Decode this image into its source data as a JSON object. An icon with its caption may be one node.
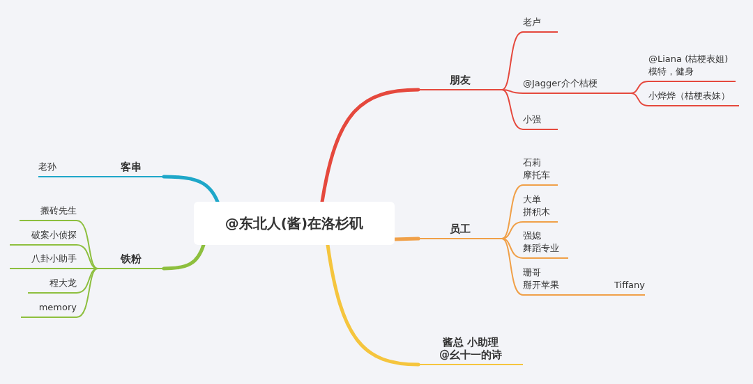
{
  "diagram": {
    "nodes": [
      {
        "text": [
          "@东北人(酱)在洛杉矶"
        ]
      },
      {
        "text": [
          "朋友"
        ]
      },
      {
        "text": [
          "老卢"
        ]
      },
      {
        "text": [
          "@Jagger介个桔梗"
        ]
      },
      {
        "text": [
          "@Liana (桔梗表姐)",
          "模特，健身"
        ]
      },
      {
        "text": [
          "小烨烨（桔梗表妹）"
        ]
      },
      {
        "text": [
          "小强"
        ]
      },
      {
        "text": [
          "员工"
        ]
      },
      {
        "text": [
          "石莉",
          "摩托车"
        ]
      },
      {
        "text": [
          "大单",
          "拼积木"
        ]
      },
      {
        "text": [
          "强媳",
          "舞蹈专业"
        ]
      },
      {
        "text": [
          "珊哥",
          "掰开苹果"
        ]
      },
      {
        "text": [
          "Tiffany"
        ]
      },
      {
        "text": [
          "酱总 小助理",
          "@幺十一的诗"
        ]
      },
      {
        "text": [
          "客串"
        ]
      },
      {
        "text": [
          "老孙"
        ]
      },
      {
        "text": [
          "铁粉"
        ]
      },
      {
        "text": [
          "搬砖先生"
        ]
      },
      {
        "text": [
          "破案小侦探"
        ]
      },
      {
        "text": [
          "八卦小助手"
        ]
      },
      {
        "text": [
          "程大龙"
        ]
      },
      {
        "text": [
          "memory"
        ]
      }
    ],
    "edges": [
      {
        "from": 0,
        "to": 1,
        "arrow": "none",
        "style": "thick",
        "color": "#e5483d"
      },
      {
        "from": 1,
        "to": 2,
        "arrow": "none",
        "color": "#e5483d"
      },
      {
        "from": 1,
        "to": 3,
        "arrow": "none",
        "color": "#e5483d"
      },
      {
        "from": 3,
        "to": 4,
        "arrow": "none",
        "color": "#e5483d"
      },
      {
        "from": 3,
        "to": 5,
        "arrow": "none",
        "color": "#e5483d"
      },
      {
        "from": 1,
        "to": 6,
        "arrow": "none",
        "color": "#e5483d"
      },
      {
        "from": 0,
        "to": 7,
        "arrow": "none",
        "style": "thick",
        "color": "#f0a048"
      },
      {
        "from": 7,
        "to": 8,
        "arrow": "none",
        "color": "#f0a048"
      },
      {
        "from": 7,
        "to": 9,
        "arrow": "none",
        "color": "#f0a048"
      },
      {
        "from": 7,
        "to": 10,
        "arrow": "none",
        "color": "#f0a048"
      },
      {
        "from": 7,
        "to": 11,
        "arrow": "none",
        "color": "#f0a048"
      },
      {
        "from": 11,
        "to": 12,
        "arrow": "none",
        "color": "#f0a048"
      },
      {
        "from": 0,
        "to": 13,
        "arrow": "none",
        "style": "thick",
        "color": "#f5c53e"
      },
      {
        "from": 0,
        "to": 14,
        "arrow": "none",
        "style": "thick",
        "color": "#1ea7c9"
      },
      {
        "from": 14,
        "to": 15,
        "arrow": "none",
        "color": "#1ea7c9"
      },
      {
        "from": 0,
        "to": 16,
        "arrow": "none",
        "style": "thick",
        "color": "#8dbf3e"
      },
      {
        "from": 16,
        "to": 17,
        "arrow": "none",
        "color": "#8dbf3e"
      },
      {
        "from": 16,
        "to": 18,
        "arrow": "none",
        "color": "#8dbf3e"
      },
      {
        "from": 16,
        "to": 19,
        "arrow": "none",
        "color": "#8dbf3e"
      },
      {
        "from": 16,
        "to": 20,
        "arrow": "none",
        "color": "#8dbf3e"
      },
      {
        "from": 16,
        "to": 21,
        "arrow": "none",
        "color": "#8dbf3e"
      }
    ]
  }
}
